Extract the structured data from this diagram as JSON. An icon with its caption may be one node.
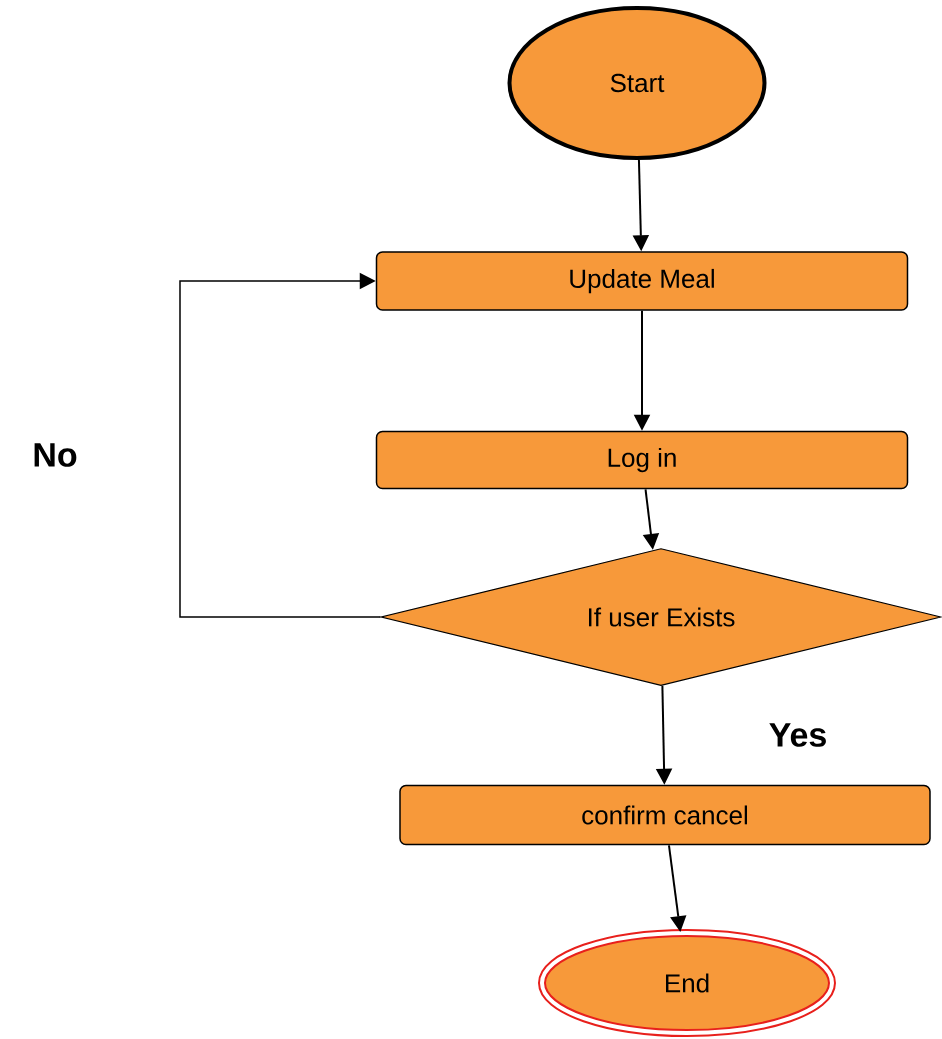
{
  "diagram": {
    "nodes": [
      {
        "text": [
          "Start"
        ]
      },
      {
        "text": [
          "Update Meal"
        ]
      },
      {
        "text": [
          "Log in"
        ]
      },
      {
        "text": [
          "If user Exists"
        ]
      },
      {
        "text": [
          "confirm cancel"
        ]
      },
      {
        "text": [
          "End"
        ]
      }
    ],
    "edges": [
      {
        "from": 0,
        "to": 1,
        "arrow": "to"
      },
      {
        "from": 1,
        "to": 2,
        "arrow": "to"
      },
      {
        "from": 2,
        "to": 3,
        "arrow": "to"
      },
      {
        "from": 3,
        "to": 4,
        "arrow": "to",
        "label": "Yes"
      },
      {
        "from": 3,
        "to": 1,
        "arrow": "to",
        "label": "No"
      },
      {
        "from": 4,
        "to": 5,
        "arrow": "to"
      }
    ]
  }
}
